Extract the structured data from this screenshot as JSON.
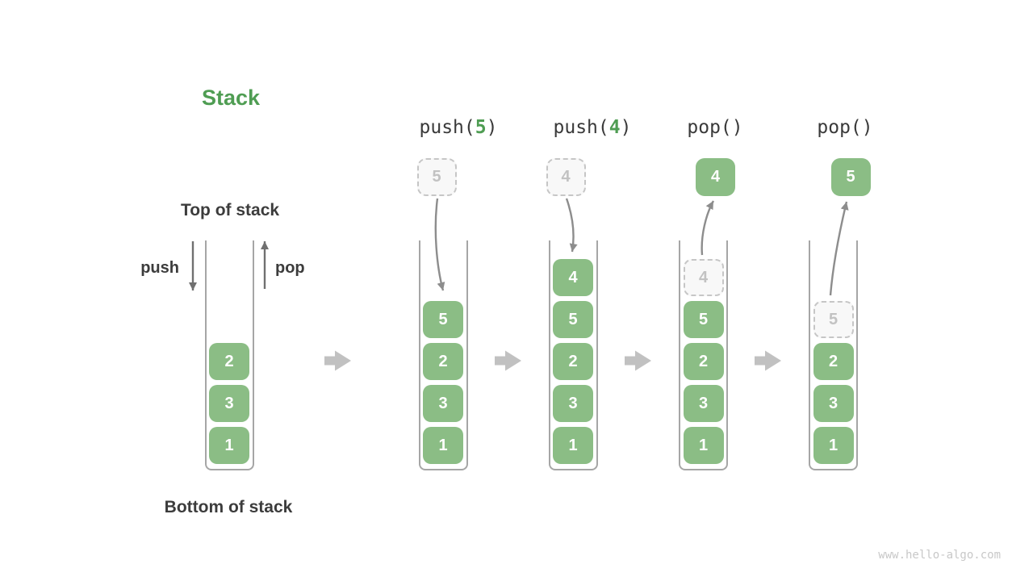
{
  "title": "Stack",
  "watermark": "www.hello-algo.com",
  "colors": {
    "green": "#8bbd85",
    "green_dark": "#4f9d53",
    "text_dark": "#3c3c3c",
    "arrow_dark": "#707070",
    "arrow_gray": "#8d8d8d",
    "block_arrow": "#c1c1c1",
    "dashed_border": "#c6c6c6",
    "dashed_fill": "#f8f8f8",
    "dashed_text": "#c2c2c2",
    "wall": "#a6a6a6",
    "watermark": "#c8c8c8"
  },
  "initial": {
    "top_label": "Top of stack",
    "bottom_label": "Bottom of stack",
    "push_label": "push",
    "pop_label": "pop",
    "cells": [
      "2",
      "3",
      "1"
    ]
  },
  "stages": [
    {
      "label": {
        "prefix": "push(",
        "arg": "5",
        "suffix": ")"
      },
      "floating": {
        "value": "5",
        "variant": "dashed"
      },
      "arrow": "into-stack",
      "cells": [
        {
          "v": "5",
          "variant": "solid"
        },
        {
          "v": "2",
          "variant": "solid"
        },
        {
          "v": "3",
          "variant": "solid"
        },
        {
          "v": "1",
          "variant": "solid"
        }
      ]
    },
    {
      "label": {
        "prefix": "push(",
        "arg": "4",
        "suffix": ")"
      },
      "floating": {
        "value": "4",
        "variant": "dashed"
      },
      "arrow": "into-stack",
      "cells": [
        {
          "v": "4",
          "variant": "solid"
        },
        {
          "v": "5",
          "variant": "solid"
        },
        {
          "v": "2",
          "variant": "solid"
        },
        {
          "v": "3",
          "variant": "solid"
        },
        {
          "v": "1",
          "variant": "solid"
        }
      ]
    },
    {
      "label": {
        "prefix": "pop(",
        "arg": "",
        "suffix": ")"
      },
      "floating": {
        "value": "4",
        "variant": "solid"
      },
      "arrow": "out-of-stack",
      "cells": [
        {
          "v": "4",
          "variant": "dashed"
        },
        {
          "v": "5",
          "variant": "solid"
        },
        {
          "v": "2",
          "variant": "solid"
        },
        {
          "v": "3",
          "variant": "solid"
        },
        {
          "v": "1",
          "variant": "solid"
        }
      ]
    },
    {
      "label": {
        "prefix": "pop(",
        "arg": "",
        "suffix": ")"
      },
      "floating": {
        "value": "5",
        "variant": "solid"
      },
      "arrow": "out-of-stack",
      "cells": [
        {
          "v": "5",
          "variant": "dashed"
        },
        {
          "v": "2",
          "variant": "solid"
        },
        {
          "v": "3",
          "variant": "solid"
        },
        {
          "v": "1",
          "variant": "solid"
        }
      ]
    }
  ]
}
